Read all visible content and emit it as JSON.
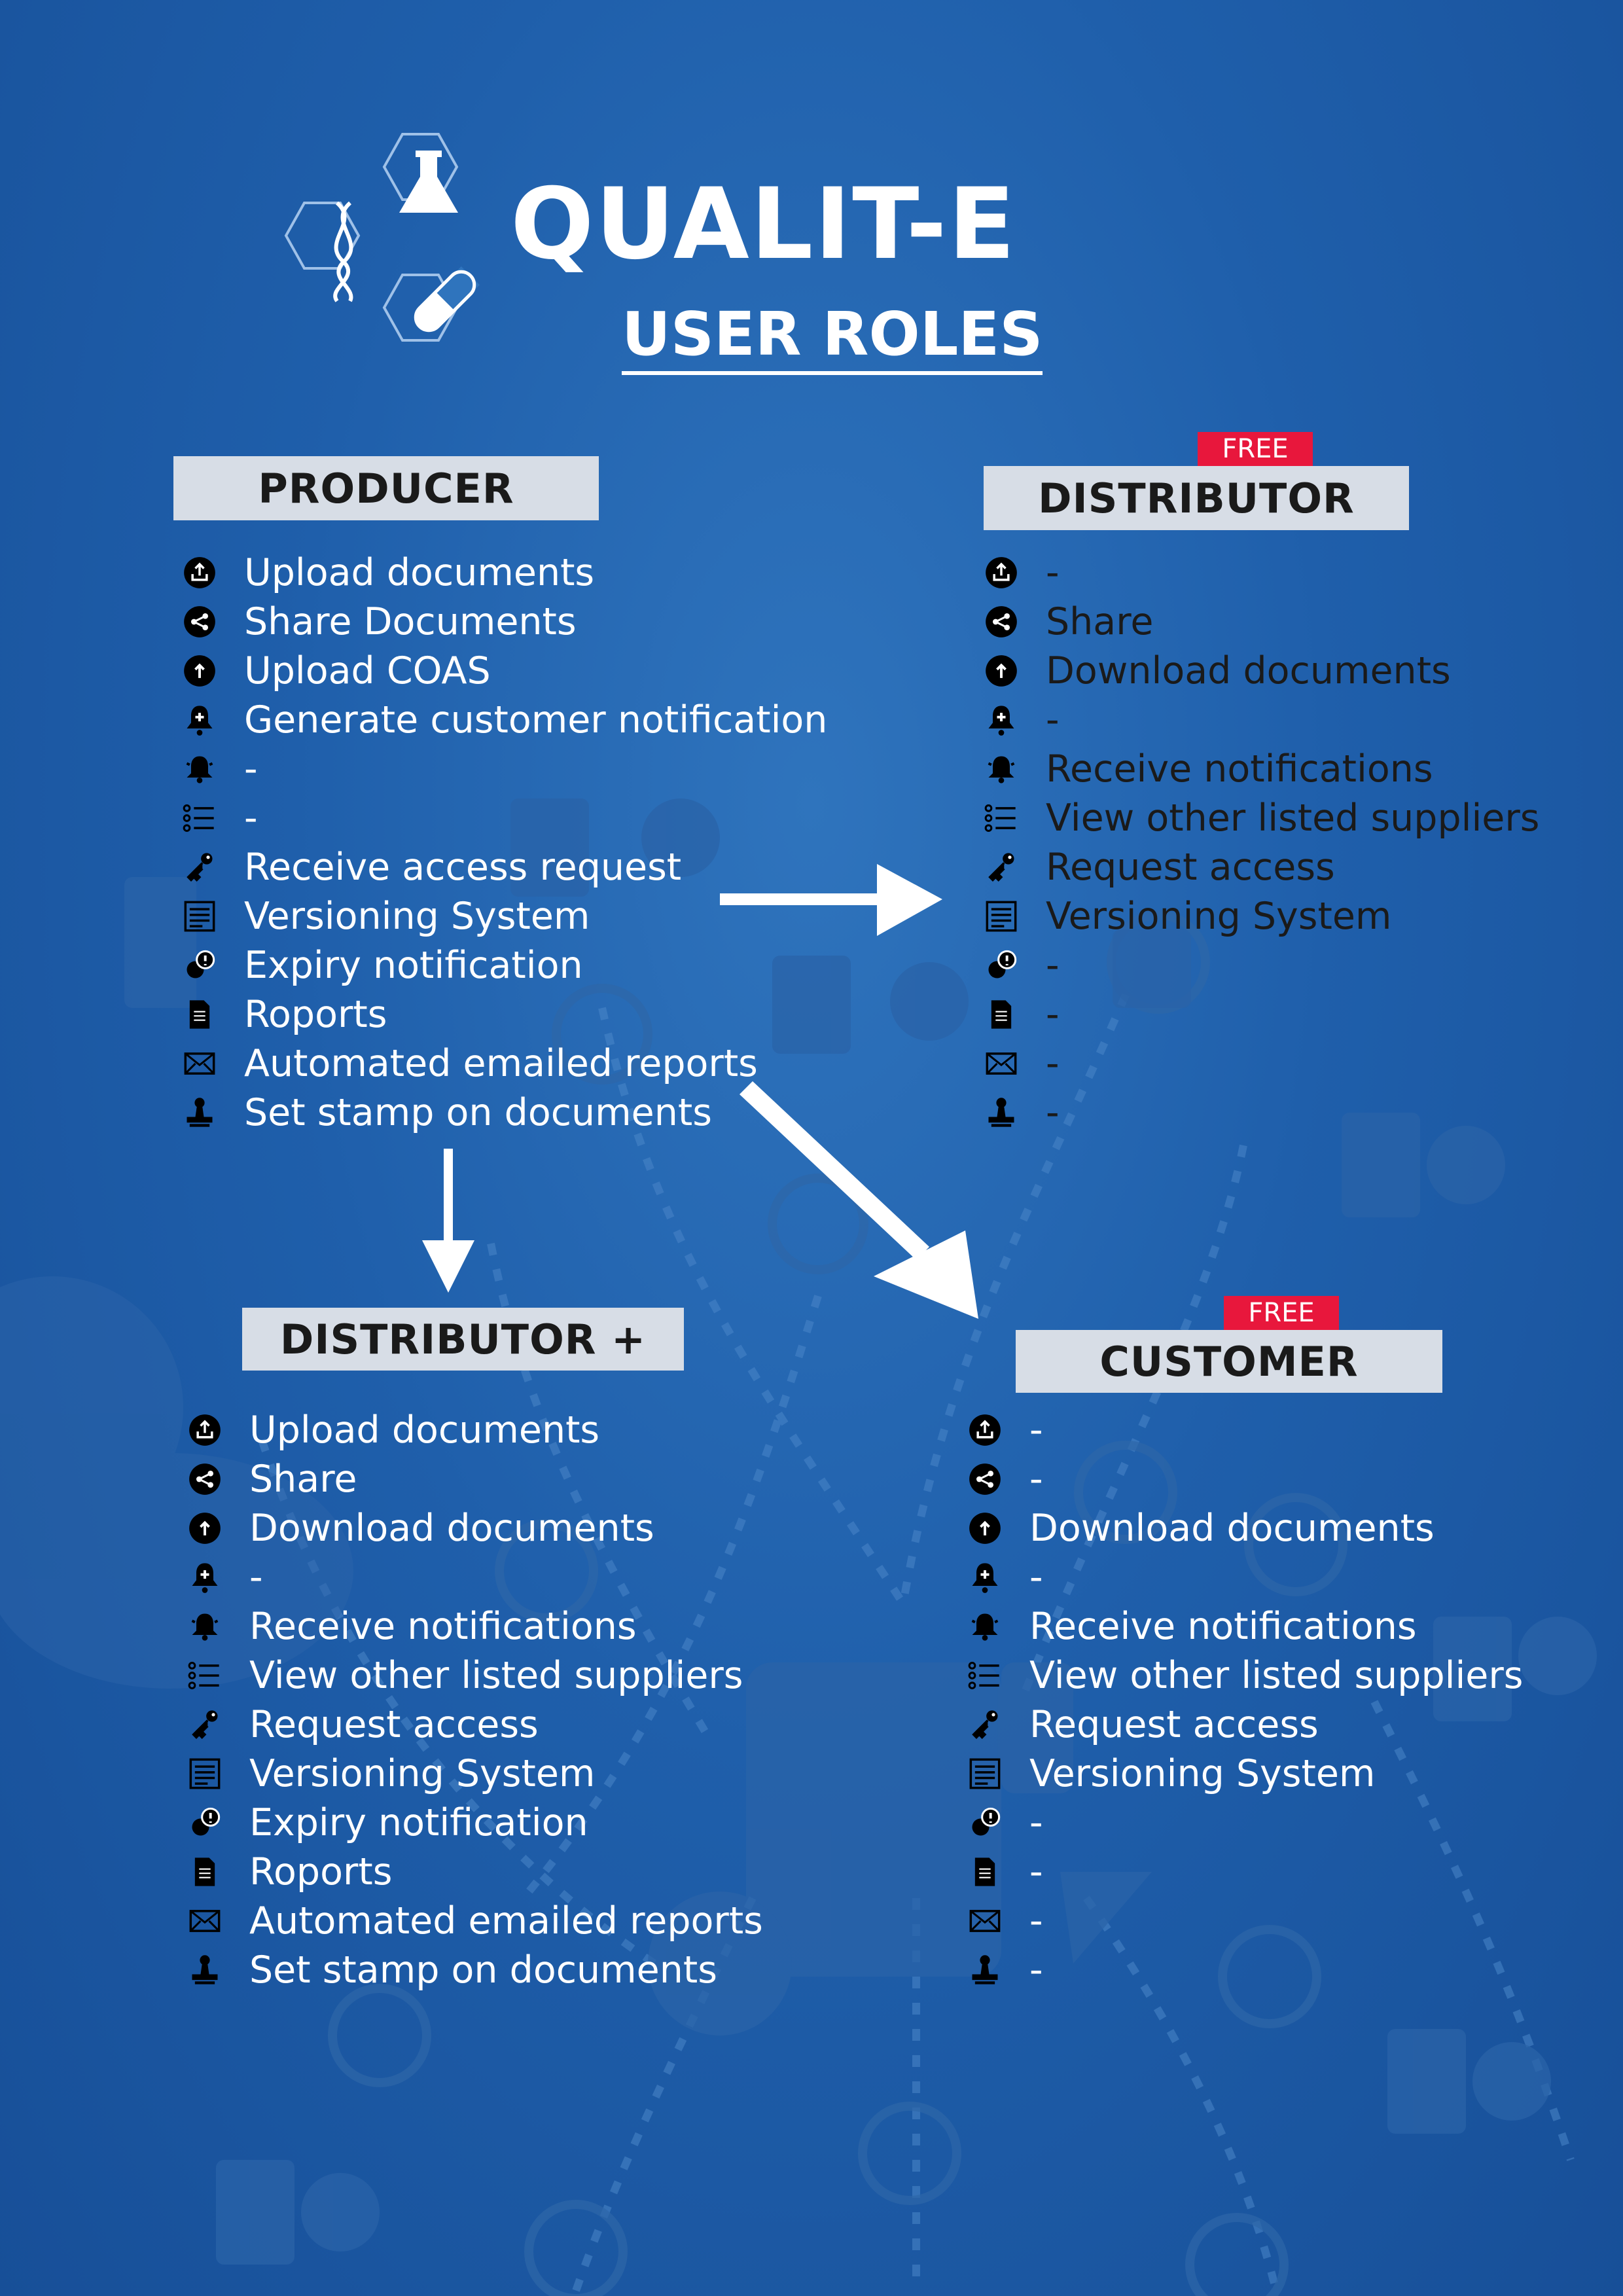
{
  "header": {
    "brand": "QUALIT-E",
    "subtitle": "USER ROLES"
  },
  "colors": {
    "background": "#1f5fab",
    "title_box": "#d7dde6",
    "free_badge": "#e8173c",
    "dark_text": "#1a1a1a"
  },
  "roles": {
    "producer": {
      "title": "PRODUCER",
      "items": [
        {
          "icon": "upload-icon",
          "label": "Upload documents"
        },
        {
          "icon": "share-icon",
          "label": "Share Documents"
        },
        {
          "icon": "arrow-up-icon",
          "label": "Upload COAS"
        },
        {
          "icon": "bell-plus-icon",
          "label": "Generate customer notification"
        },
        {
          "icon": "bell-icon",
          "label": "-"
        },
        {
          "icon": "list-icon",
          "label": "-"
        },
        {
          "icon": "key-icon",
          "label": "Receive access request"
        },
        {
          "icon": "versioning-icon",
          "label": "Versioning System"
        },
        {
          "icon": "expiry-icon",
          "label": "Expiry notification"
        },
        {
          "icon": "document-icon",
          "label": "Roports"
        },
        {
          "icon": "mail-icon",
          "label": "Automated emailed reports"
        },
        {
          "icon": "stamp-icon",
          "label": "Set stamp on documents"
        }
      ]
    },
    "distributor": {
      "title": "DISTRIBUTOR",
      "badge": "FREE",
      "items": [
        {
          "icon": "upload-icon",
          "label": "-"
        },
        {
          "icon": "share-icon",
          "label": "Share"
        },
        {
          "icon": "arrow-up-icon",
          "label": "Download documents"
        },
        {
          "icon": "bell-plus-icon",
          "label": "-"
        },
        {
          "icon": "bell-icon",
          "label": "Receive notifications"
        },
        {
          "icon": "list-icon",
          "label": "View other listed suppliers"
        },
        {
          "icon": "key-icon",
          "label": "Request access"
        },
        {
          "icon": "versioning-icon",
          "label": "Versioning System"
        },
        {
          "icon": "expiry-icon",
          "label": "-"
        },
        {
          "icon": "document-icon",
          "label": "-"
        },
        {
          "icon": "mail-icon",
          "label": "-"
        },
        {
          "icon": "stamp-icon",
          "label": "-"
        }
      ]
    },
    "distributor_plus": {
      "title": "DISTRIBUTOR +",
      "items": [
        {
          "icon": "upload-icon",
          "label": "Upload documents"
        },
        {
          "icon": "share-icon",
          "label": "Share"
        },
        {
          "icon": "arrow-up-icon",
          "label": "Download documents"
        },
        {
          "icon": "bell-plus-icon",
          "label": "-"
        },
        {
          "icon": "bell-icon",
          "label": "Receive notifications"
        },
        {
          "icon": "list-icon",
          "label": "View other listed suppliers"
        },
        {
          "icon": "key-icon",
          "label": "Request access"
        },
        {
          "icon": "versioning-icon",
          "label": "Versioning System"
        },
        {
          "icon": "expiry-icon",
          "label": "Expiry notification"
        },
        {
          "icon": "document-icon",
          "label": "Roports"
        },
        {
          "icon": "mail-icon",
          "label": "Automated emailed reports"
        },
        {
          "icon": "stamp-icon",
          "label": "Set stamp on documents"
        }
      ]
    },
    "customer": {
      "title": "CUSTOMER",
      "badge": "FREE",
      "items": [
        {
          "icon": "upload-icon",
          "label": "-"
        },
        {
          "icon": "share-icon",
          "label": "-"
        },
        {
          "icon": "arrow-up-icon",
          "label": "Download documents"
        },
        {
          "icon": "bell-plus-icon",
          "label": "-"
        },
        {
          "icon": "bell-icon",
          "label": "Receive notifications"
        },
        {
          "icon": "list-icon",
          "label": "View other listed suppliers"
        },
        {
          "icon": "key-icon",
          "label": "Request access"
        },
        {
          "icon": "versioning-icon",
          "label": "Versioning System"
        },
        {
          "icon": "expiry-icon",
          "label": "-"
        },
        {
          "icon": "document-icon",
          "label": "-"
        },
        {
          "icon": "mail-icon",
          "label": "-"
        },
        {
          "icon": "stamp-icon",
          "label": "-"
        }
      ]
    }
  }
}
